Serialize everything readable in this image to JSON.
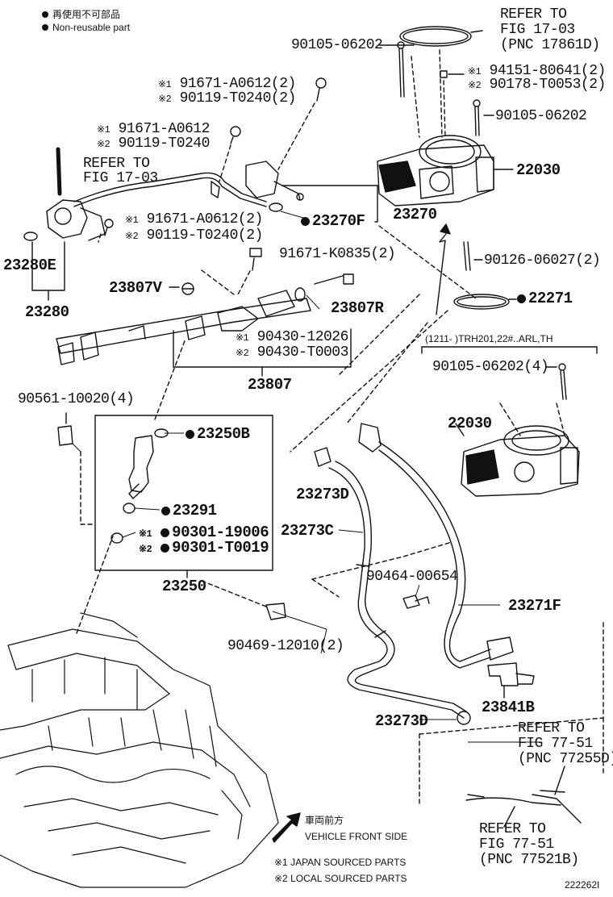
{
  "legend": {
    "line1": "再使用不可部品",
    "line2": "Non-reusable part"
  },
  "note_mark1": "※1",
  "note_mark2": "※2",
  "refer_top": {
    "l1": "REFER TO",
    "l2": "FIG 17-03",
    "l3": "(PNC 17861D)"
  },
  "refer_left": {
    "l1": "REFER TO",
    "l2": "FIG 17-03"
  },
  "refer_right1": {
    "l1": "REFER TO",
    "l2": "FIG 77-51",
    "l3": "(PNC 77255D)"
  },
  "refer_right2": {
    "l1": "REFER TO",
    "l2": "FIG 77-51",
    "l3": "(PNC 77521B)"
  },
  "parts": {
    "p90105_06202_top": "90105-06202",
    "p94151": "94151-80641(2)",
    "p90178": "90178-T0053(2)",
    "p91671_a0612_2_top": "91671-A0612(2)",
    "p90119_t0240_2_top": "90119-T0240(2)",
    "p90105_06202_mid": "90105-06202",
    "p91671_a0612": "91671-A0612",
    "p90119_t0240": "90119-T0240",
    "p22030_top": "22030",
    "p23270f": "23270F",
    "p23270": "23270",
    "p91671_a0612_2_mid": "91671-A0612(2)",
    "p90119_t0240_2_mid": "90119-T0240(2)",
    "p23280e": "23280E",
    "p91671_k0835": "91671-K0835(2)",
    "p90126": "90126-06027(2)",
    "p23807v": "23807V",
    "p22271": "22271",
    "p23280": "23280",
    "p23807r": "23807R",
    "p90430_12026": "90430-12026",
    "p90430_t0003": "90430-T0003",
    "condition": "(1211-      )TRH201,22#..ARL,TH",
    "p90105_06202_4": "90105-06202(4)",
    "p23807": "23807",
    "p90561": "90561-10020(4)",
    "p22030_low": "22030",
    "p23250b": "23250B",
    "p23273d_up": "23273D",
    "p23291": "23291",
    "p23273c": "23273C",
    "p90301_19006": "90301-19006",
    "p90301_t0019": "90301-T0019",
    "p90464": "90464-00654",
    "p23250": "23250",
    "p23271f": "23271F",
    "p90469": "90469-12010(2)",
    "p23841b": "23841B",
    "p23273d_low": "23273D"
  },
  "footer": {
    "direction_jp": "車両前方",
    "direction_en": "VEHICLE FRONT SIDE",
    "note1": "※1 JAPAN SOURCED PARTS",
    "note2": "※2 LOCAL SOURCED PARTS",
    "drawing_id": "222262I"
  }
}
